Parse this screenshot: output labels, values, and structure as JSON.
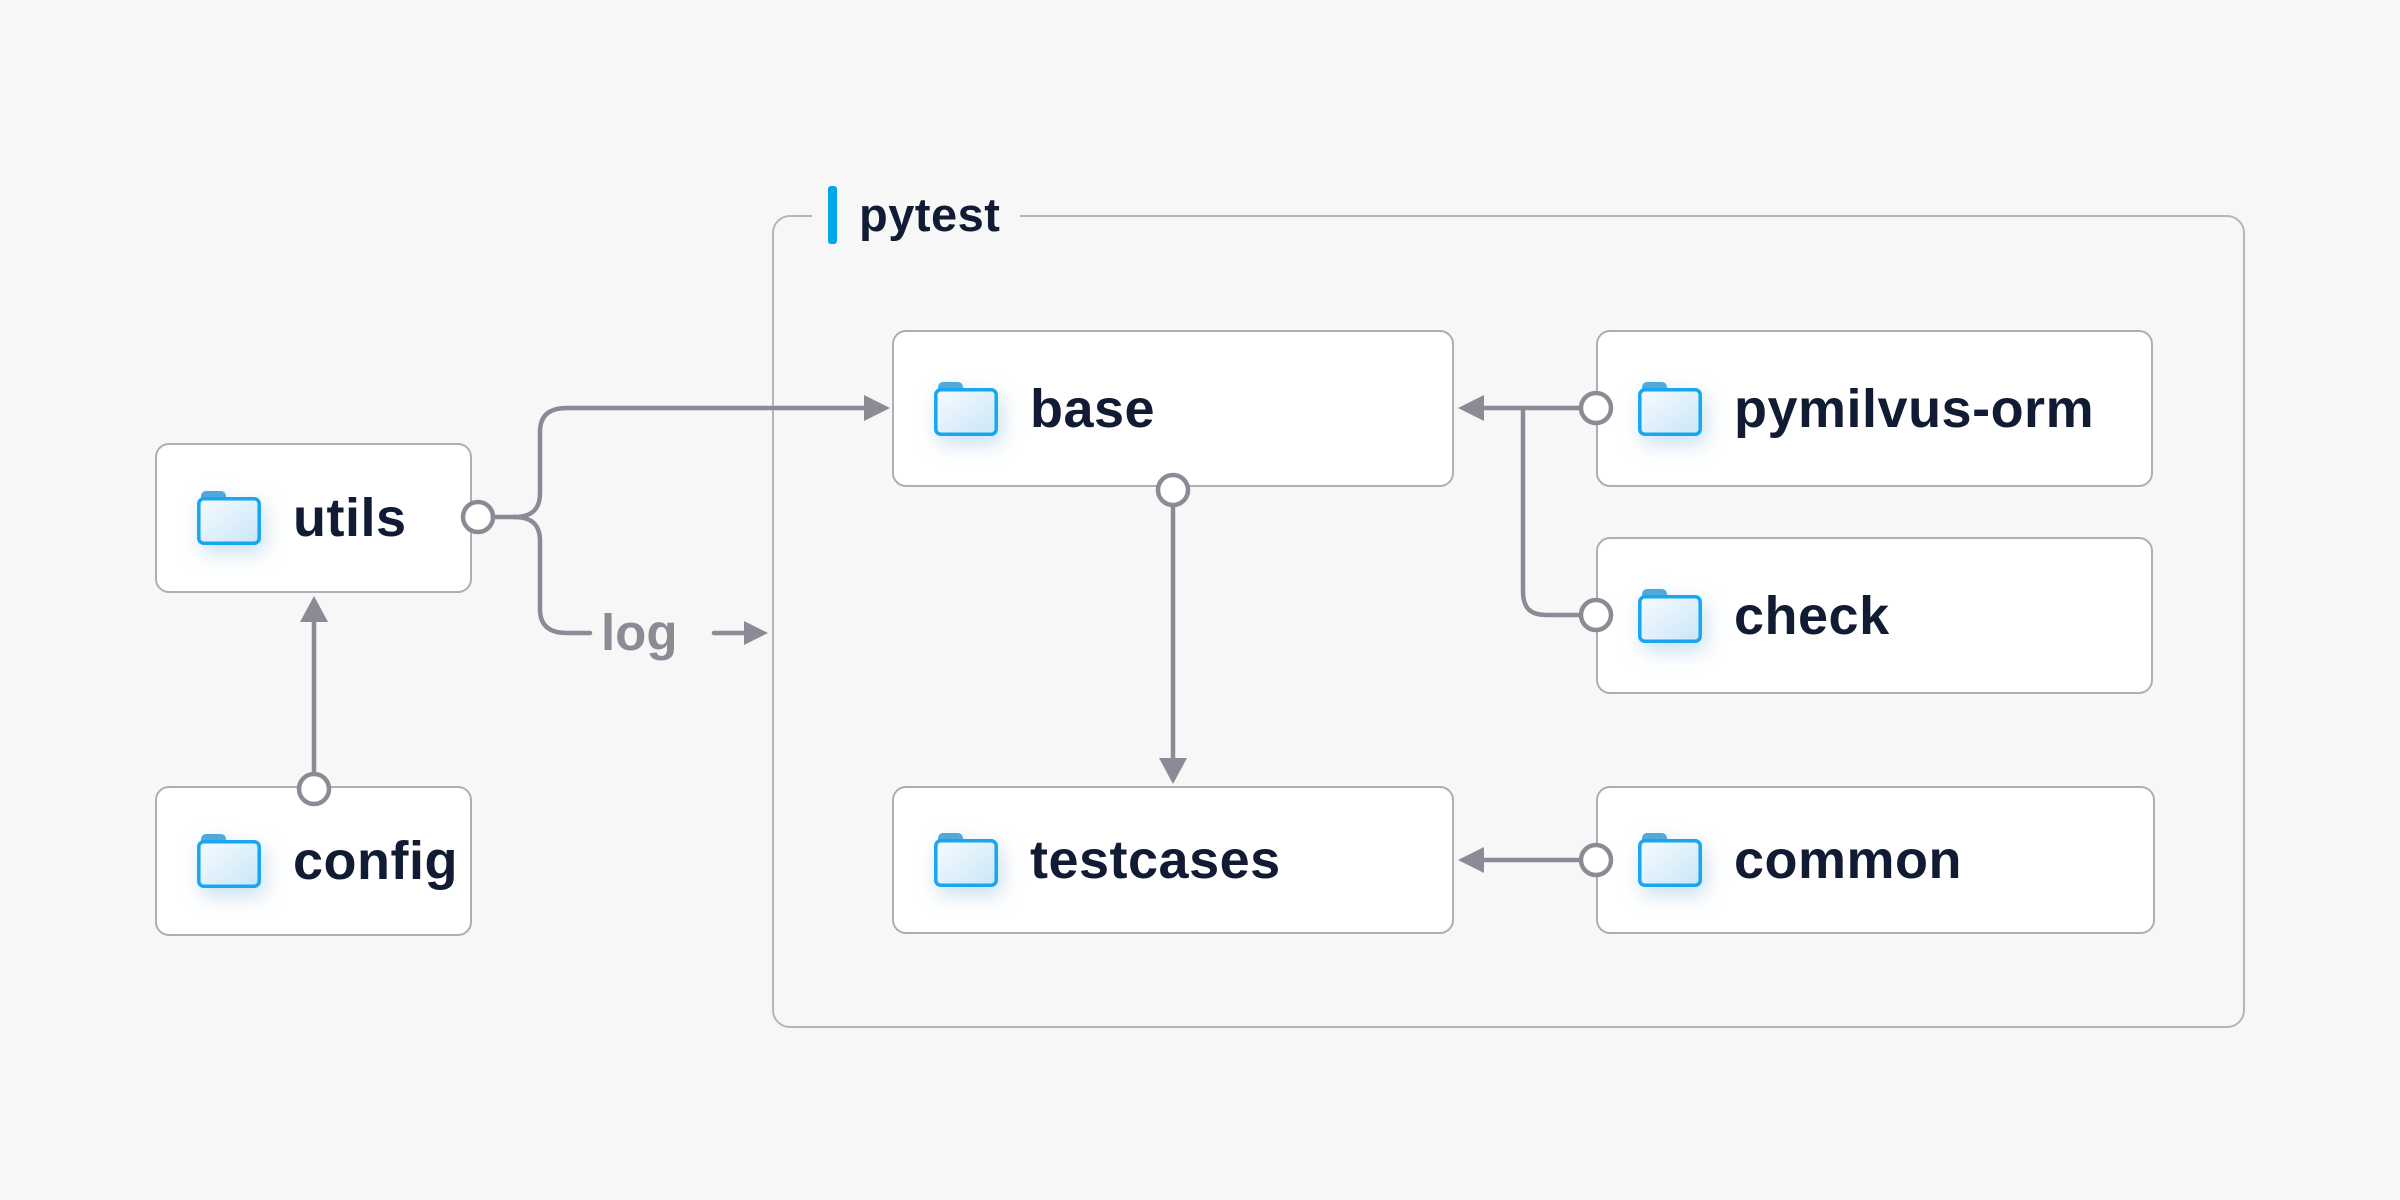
{
  "diagram": {
    "title_group": {
      "label": "pytest"
    },
    "nodes": {
      "utils": {
        "label": "utils",
        "icon": "folder-icon"
      },
      "config": {
        "label": "config",
        "icon": "folder-icon"
      },
      "base": {
        "label": "base",
        "icon": "folder-icon"
      },
      "pymilvus": {
        "label": "pymilvus-orm",
        "icon": "folder-icon"
      },
      "check": {
        "label": "check",
        "icon": "folder-icon"
      },
      "testcases": {
        "label": "testcases",
        "icon": "folder-icon"
      },
      "common": {
        "label": "common",
        "icon": "folder-icon"
      }
    },
    "edge_labels": {
      "log": "log"
    },
    "edges": [
      {
        "from": "utils",
        "to": "base"
      },
      {
        "from": "utils",
        "to": "log",
        "label": "log"
      },
      {
        "from": "config",
        "to": "utils"
      },
      {
        "from": "pymilvus-orm",
        "to": "base"
      },
      {
        "from": "check",
        "to": "base"
      },
      {
        "from": "base",
        "to": "testcases"
      },
      {
        "from": "common",
        "to": "testcases"
      }
    ],
    "colors": {
      "background": "#f7f7f8",
      "node_fill": "#ffffff",
      "node_border": "#aeaeb8",
      "group_border": "#b5b5bf",
      "accent_blue": "#00a5ec",
      "line_gray": "#8b8b96",
      "text_navy": "#111b33",
      "folder_outline": "#18a7ef",
      "folder_tab": "#4fa9da",
      "folder_fill_light": "#f5fbfe",
      "folder_fill_dark": "#c9e6f8"
    }
  }
}
